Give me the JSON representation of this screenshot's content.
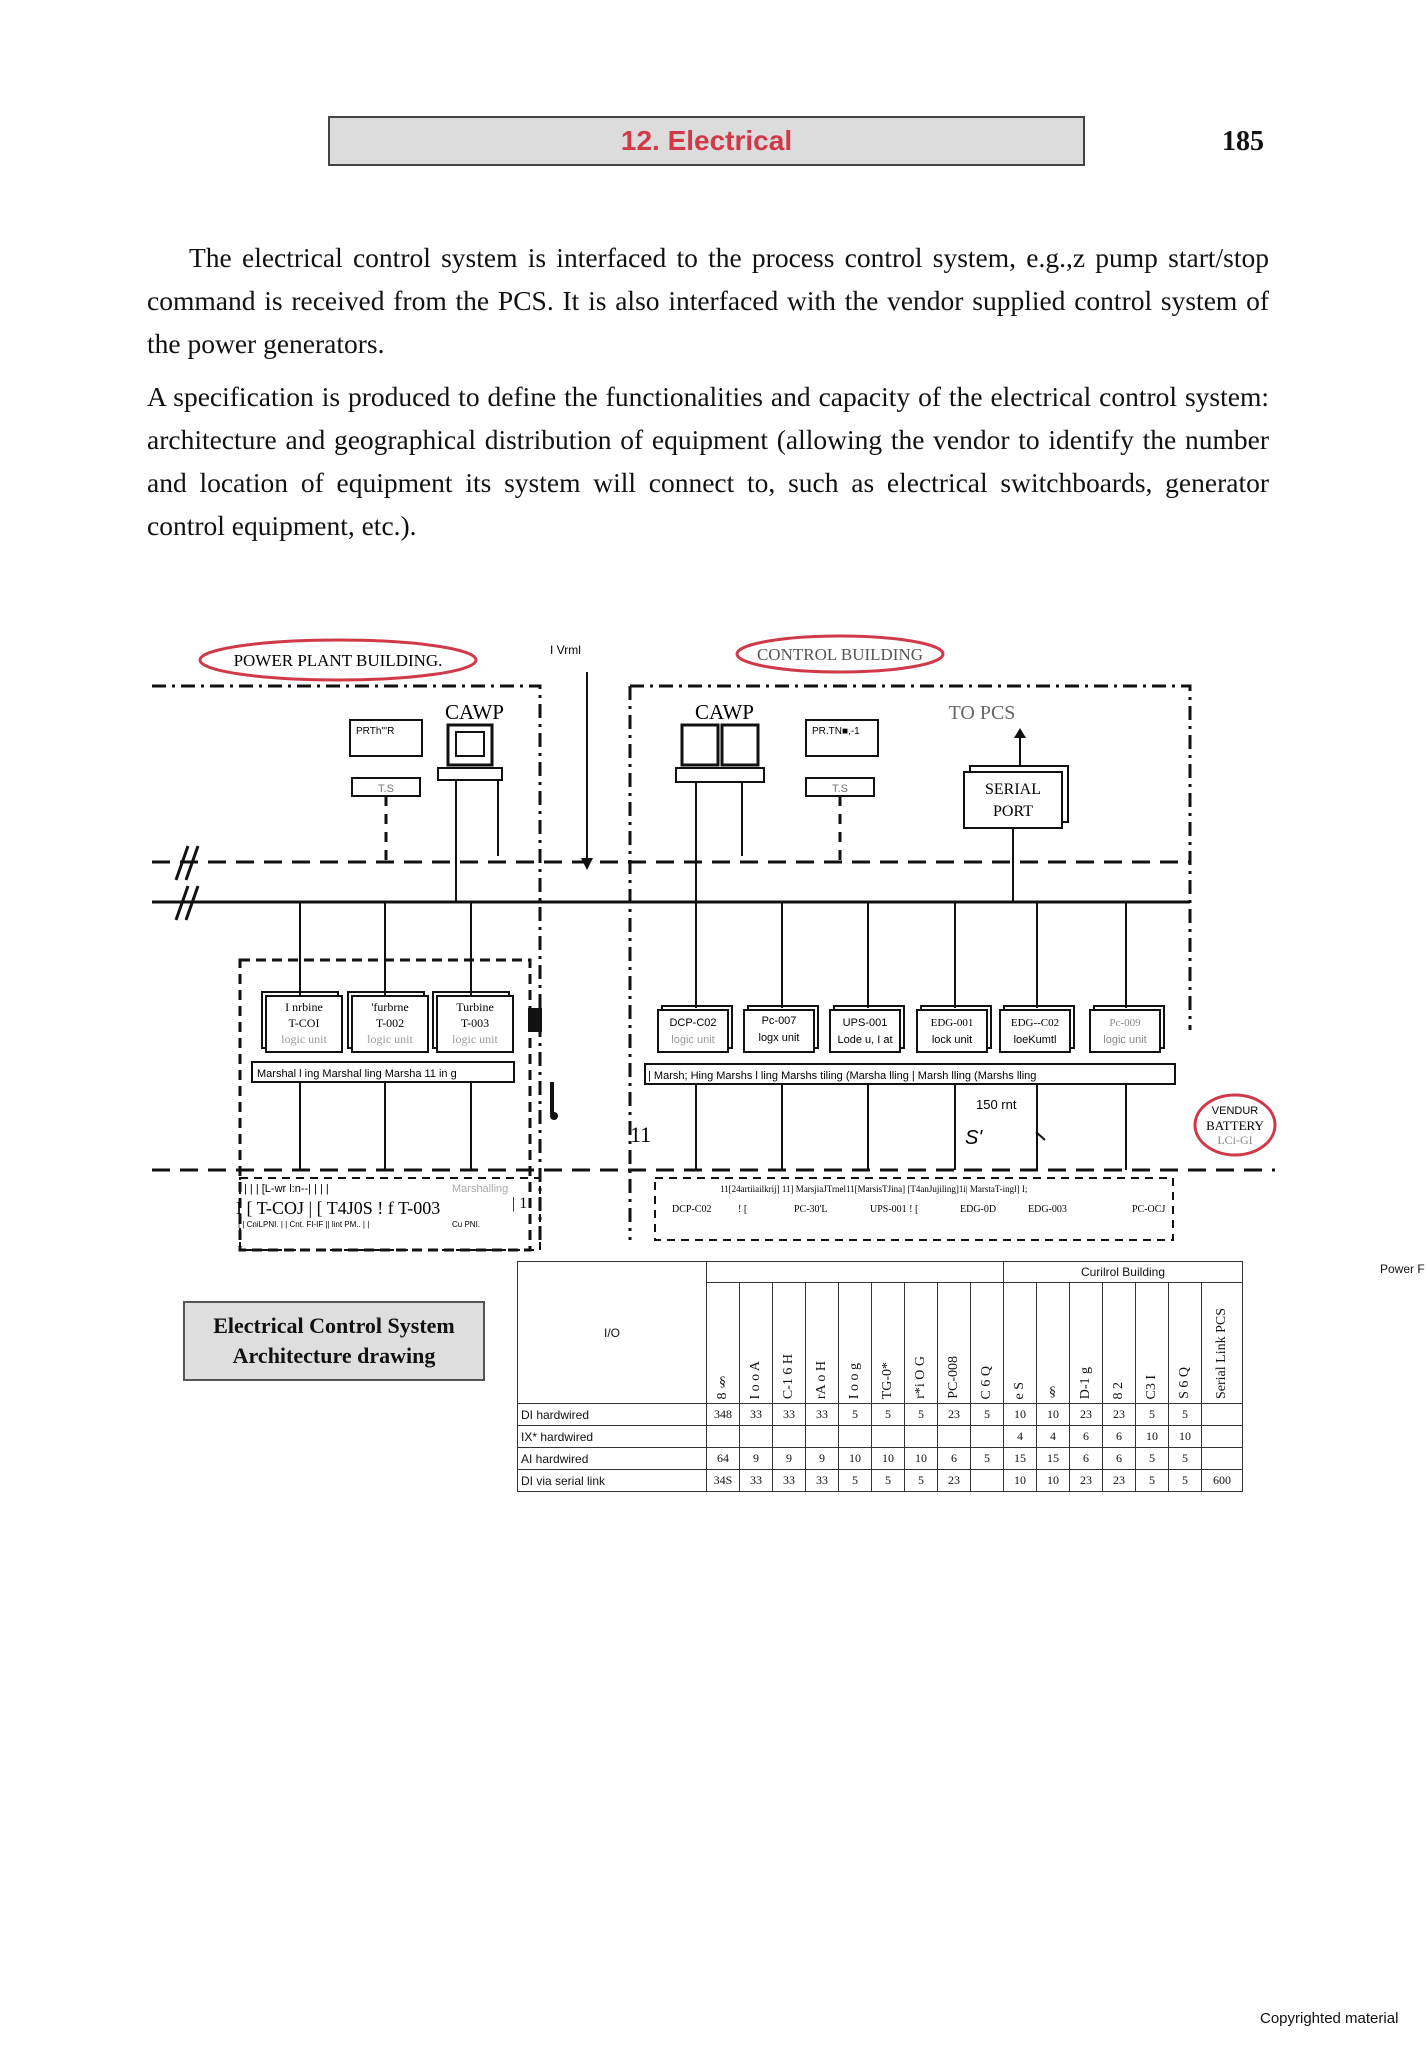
{
  "header": {
    "title": "12. Electrical",
    "page_number": "185"
  },
  "paragraphs": [
    "The electrical control system is interfaced to the process control system, e.g.,z pump start/stop command is received from the PCS. It is also interfaced with the vendor supplied control system of the power generators.",
    "A specification is produced to define the functionalities and capacity of the electrical control system: architecture and geographical distribution of equipment (allowing the vendor to identify the number and location of equipment its system will connect to, such as electrical switchboards, generator control equipment, etc.)."
  ],
  "diagram": {
    "power_plant_label": "POWER PLANT BUILDING.",
    "control_building_label": "CONTROL BUILDING",
    "vrml_label": "I Vrml",
    "cawp_left": "CAWP",
    "cawp_right": "CAWP",
    "printer_left": "PRTh'''R",
    "printer_right": "PR.TN■,-1",
    "ts_left": "T.S",
    "ts_right": "T.S",
    "to_pcs": "TO PCS",
    "serial_port_line1": "SERIAL",
    "serial_port_line2": "PORT",
    "turbine_units": [
      {
        "l1": "I nrbine",
        "l2": "T-COI",
        "l3": "logic unit"
      },
      {
        "l1": "'furbrne",
        "l2": "T-002",
        "l3": "logic unit"
      },
      {
        "l1": "Turbine",
        "l2": "T-003",
        "l3": "logic unit"
      }
    ],
    "control_units": [
      {
        "l1": "DCP-C02",
        "l2": "logic unit"
      },
      {
        "l1": "Pc-007",
        "l2": "logx unit"
      },
      {
        "l1": "UPS-001",
        "l2": "Lode u, I at"
      },
      {
        "l1": "EDG-001",
        "l2": "lock unit"
      },
      {
        "l1": "EDG--C02",
        "l2": "loeKumtl"
      },
      {
        "l1": "Pc-009",
        "l2": "logic unit"
      }
    ],
    "marshalling_left": "Marshal l ing Marshal ling Marsha 11 in g",
    "marshalling_right": "| Marsh; Hing Marshs   l ling Marshs   tiling (Marsha   lling | Marsh   lling (Marshs   lling",
    "num_150": "150 rnt",
    "s_mark": "S'",
    "num_11": "11",
    "vendor_battery_l1": "VENDUR",
    "vendor_battery_l2": "BATTERY",
    "vendor_battery_l3": "LCi-GI",
    "bottom_left_row1": "I [ T-COJ | [ T4J0S ! f T-003",
    "bottom_left_row2": "| | CniLPNI. | | Cnt. FI-IF || lint PM.. | |",
    "bottom_left_row2b": "Cu PNI.",
    "bottom_left_top": "| | | [L-wr l:n--| | | |",
    "bottom_left_marshalling": "Marshalling",
    "bottom_right_top": "11[24artiiailkrij] 11] MarsjiaJTrnel11[MarsisTJina] [T4anJujiling]1i| MarstaT-ingl] I;",
    "bottom_right_units": [
      "DCP-C02",
      "! [",
      "PC-30'L",
      "UPS-001 ! [",
      "EDG-0D",
      "EDG-003",
      "PC-OCJ"
    ],
    "bottom_left_1": "| 1"
  },
  "caption": {
    "line1": "Electrical Control System",
    "line2": "Architecture drawing"
  },
  "io_table": {
    "io_header": "I/O",
    "group_right": "Curilrol Building",
    "side_label": "Power F",
    "column_headers": [
      "8 §",
      "I o o A",
      "C-1 6 H",
      "rA o H",
      "I o o g",
      "TG-0*",
      "r*i O G",
      "PC-008",
      "C 6 Q",
      "e S",
      "§",
      "D-1 g",
      "8 2",
      "C3 I",
      "S 6 Q",
      "Serial Link PCS"
    ],
    "rows": [
      {
        "label": "DI hardwired",
        "values": [
          "348",
          "33",
          "33",
          "33",
          "5",
          "5",
          "5",
          "23",
          "5",
          "10",
          "10",
          "23",
          "23",
          "5",
          "5",
          ""
        ]
      },
      {
        "label": "IX* hardwired",
        "values": [
          "",
          "",
          "",
          "",
          "",
          "",
          "",
          "",
          "",
          "4",
          "4",
          "6",
          "6",
          "10",
          "10",
          ""
        ]
      },
      {
        "label": "AI hardwired",
        "values": [
          "64",
          "9",
          "9",
          "9",
          "10",
          "10",
          "10",
          "6",
          "5",
          "15",
          "15",
          "6",
          "6",
          "5",
          "5",
          ""
        ]
      },
      {
        "label": "DI via serial link",
        "values": [
          "34S",
          "33",
          "33",
          "33",
          "5",
          "5",
          "5",
          "23",
          "",
          "10",
          "10",
          "23",
          "23",
          "5",
          "5",
          "600"
        ]
      }
    ]
  },
  "footer": {
    "copyright": "Copyrighted material"
  },
  "colors": {
    "accent_red": "#d03a48",
    "header_bg": "#dcdcdc"
  }
}
